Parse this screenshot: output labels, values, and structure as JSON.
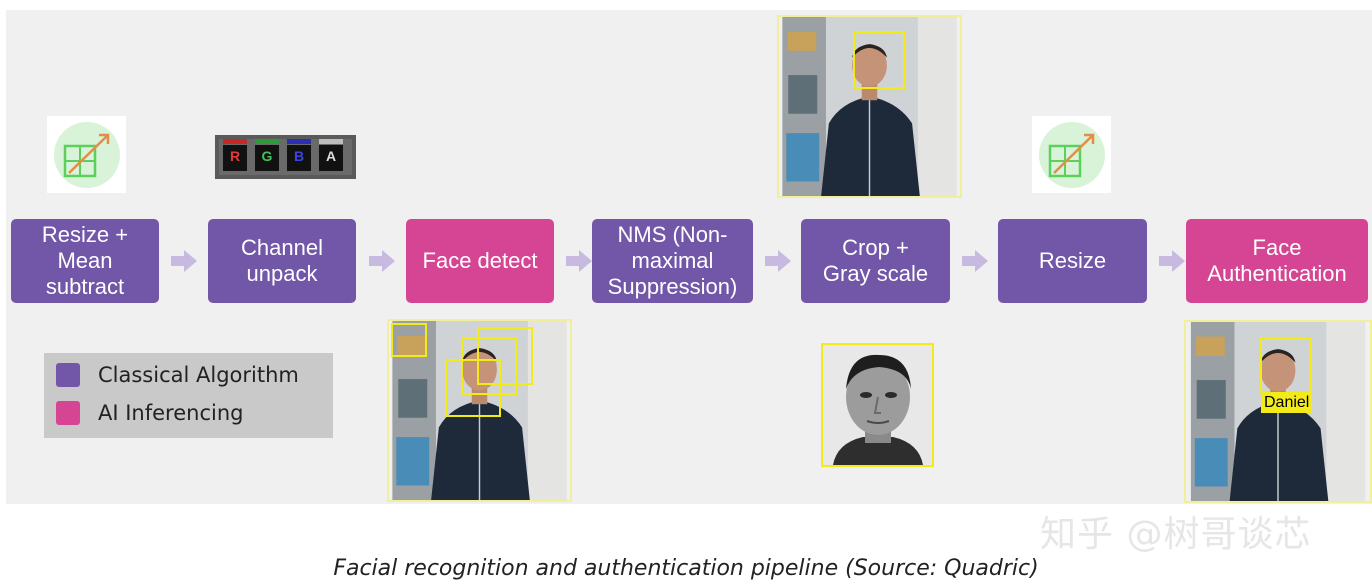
{
  "pipeline": {
    "steps": [
      {
        "label": "Resize +\nMean\nsubtract",
        "kind": "classical"
      },
      {
        "label": "Channel\nunpack",
        "kind": "classical"
      },
      {
        "label": "Face detect",
        "kind": "ai"
      },
      {
        "label": "NMS (Non-\nmaximal\nSuppression)",
        "kind": "classical"
      },
      {
        "label": "Crop +\nGray scale",
        "kind": "classical"
      },
      {
        "label": "Resize",
        "kind": "classical"
      },
      {
        "label": "Face\nAuthentication",
        "kind": "ai"
      }
    ]
  },
  "channels": [
    "R",
    "G",
    "B",
    "A"
  ],
  "identified_name": "Daniel",
  "legend": {
    "classical": {
      "label": "Classical Algorithm",
      "color": "#7256a8"
    },
    "ai": {
      "label": "AI Inferencing",
      "color": "#d64594"
    }
  },
  "caption": "Facial recognition and authentication pipeline (Source: Quadric)",
  "watermark": "知乎 @树哥谈芯",
  "icons": [
    "resize-icon",
    "rgba-channel-icon",
    "person-photo",
    "grayscale-face-photo",
    "step-arrow-icon"
  ]
}
